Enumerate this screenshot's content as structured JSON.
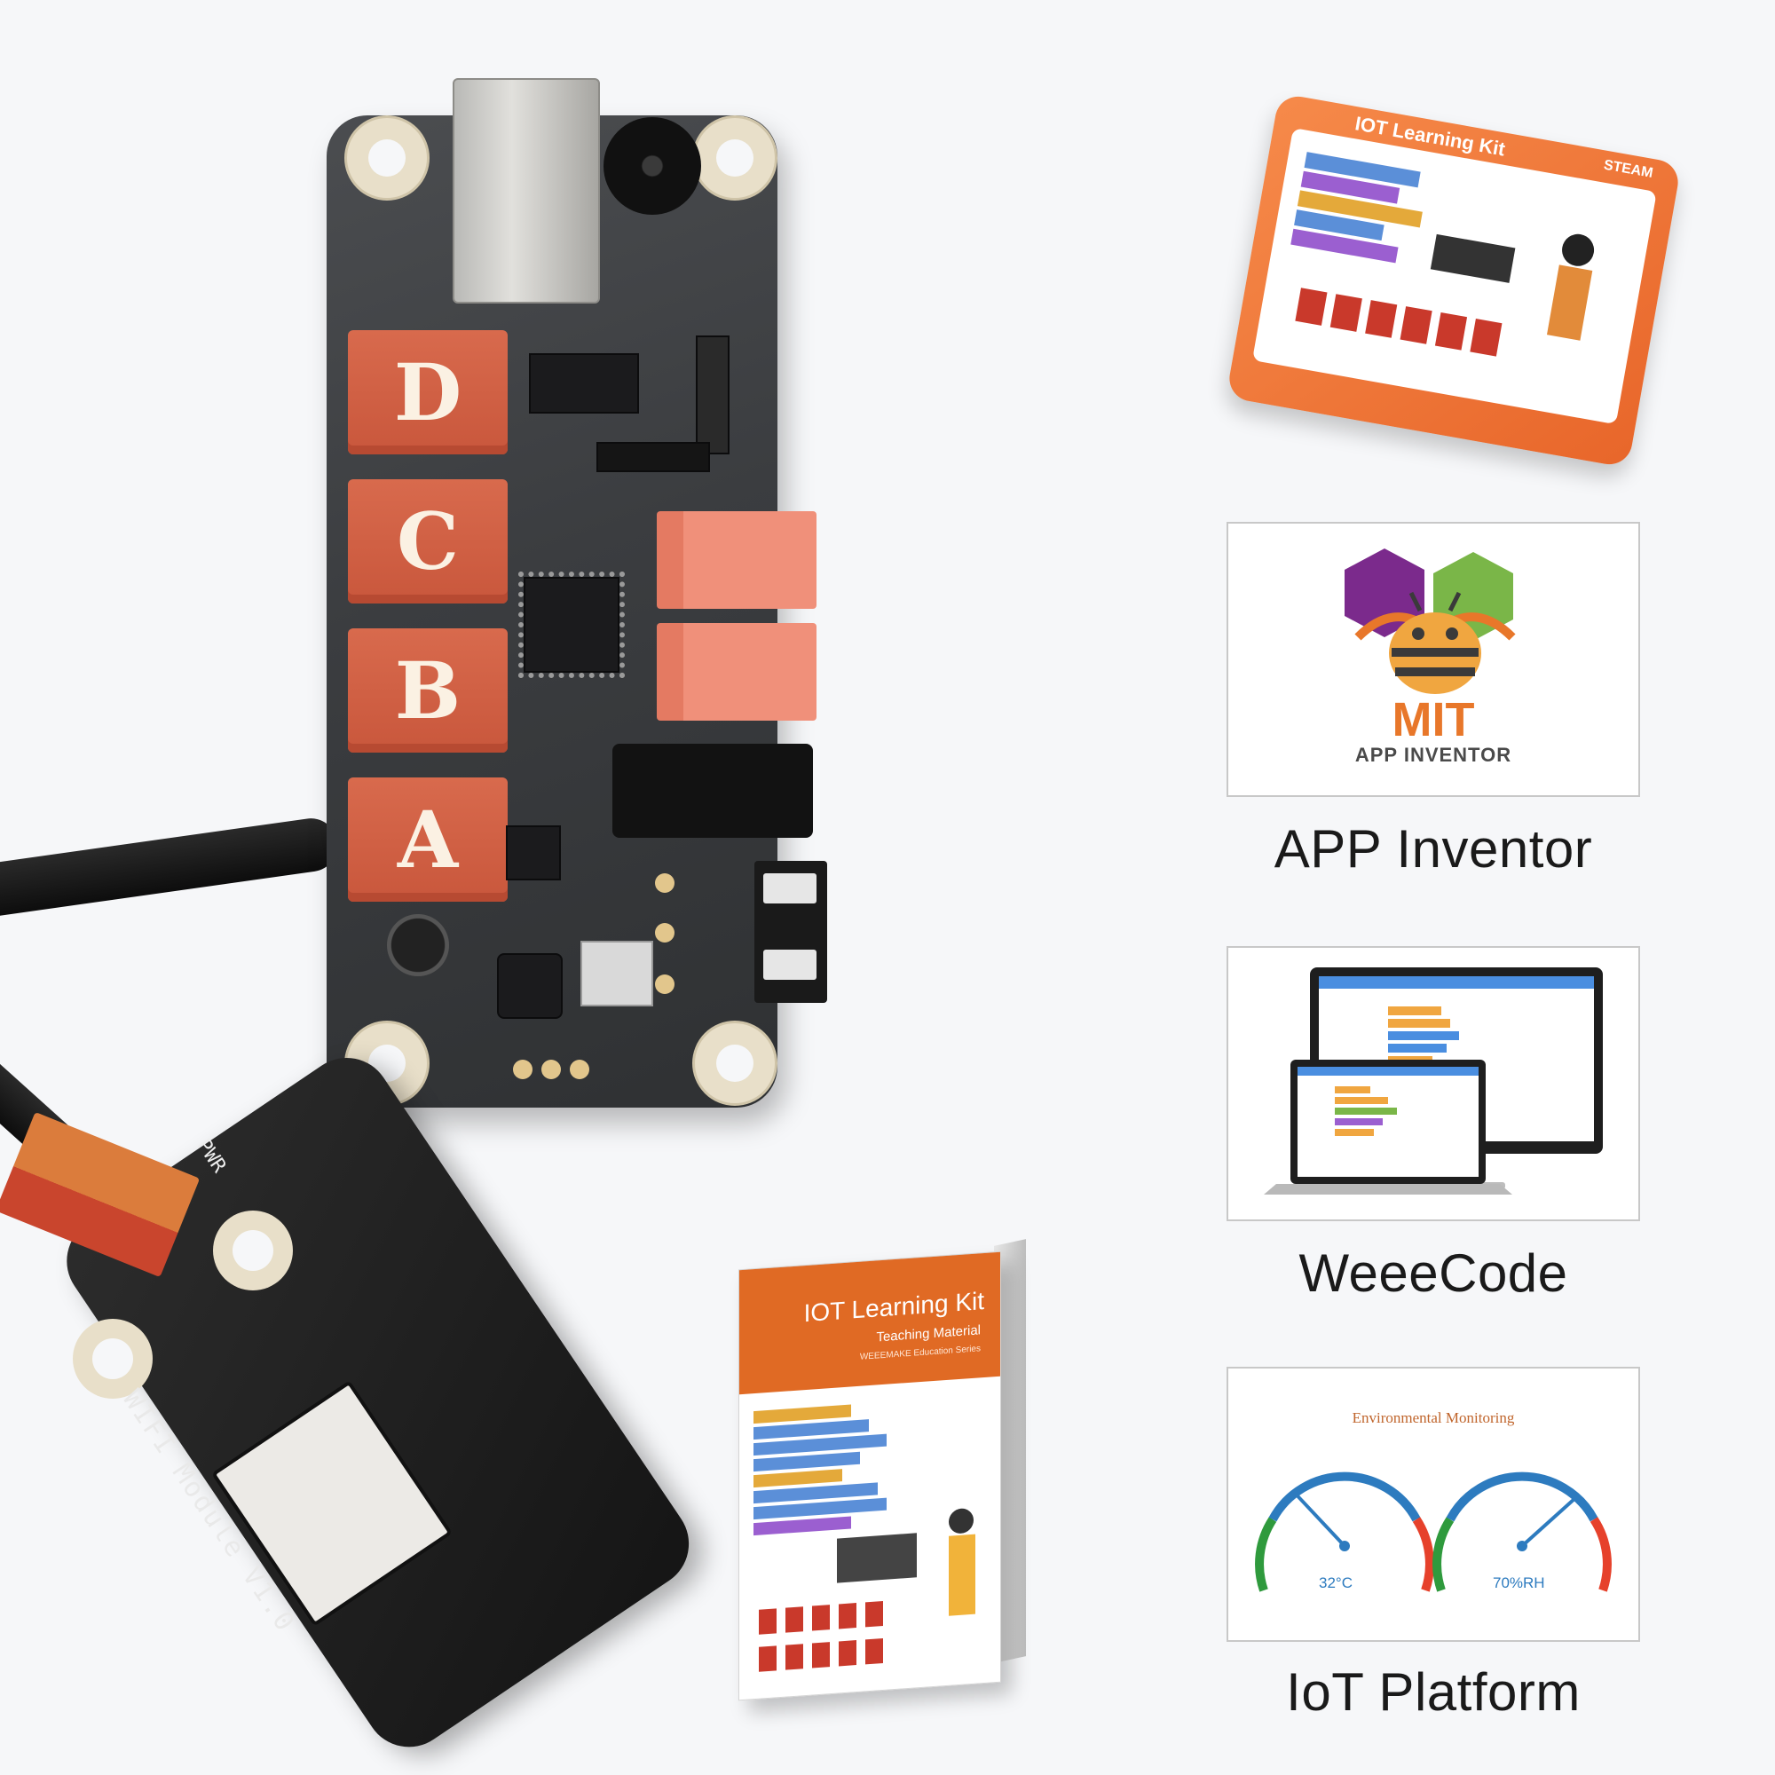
{
  "board": {
    "ports": [
      "D",
      "C",
      "B",
      "A"
    ]
  },
  "panels": [
    {
      "id": "app-inventor",
      "logo_word": "MIT",
      "logo_sub": "APP INVENTOR",
      "caption": "APP Inventor"
    },
    {
      "id": "weeecode",
      "caption": "WeeeCode"
    },
    {
      "id": "iot-platform",
      "title": "Environmental Monitoring",
      "gauges": [
        {
          "reading": "32°C",
          "value": 32
        },
        {
          "reading": "70%RH",
          "value": 70
        }
      ],
      "caption": "IoT Platform"
    }
  ],
  "book": {
    "title": "IOT Learning Kit",
    "subtitle": "Teaching Material",
    "series": "WEEEMAKE Education Series"
  },
  "kitbox": {
    "title": "IOT Learning Kit",
    "badge": "STEAM"
  },
  "wifi_module": {
    "label": "WIFI Module V1.0",
    "pwr": "PWR"
  },
  "colors": {
    "orange": "#e8662a",
    "port_red": "#c9573c",
    "gauge_blue": "#2d7bbf",
    "gauge_green": "#2f9a3d",
    "gauge_red": "#e6412b"
  }
}
